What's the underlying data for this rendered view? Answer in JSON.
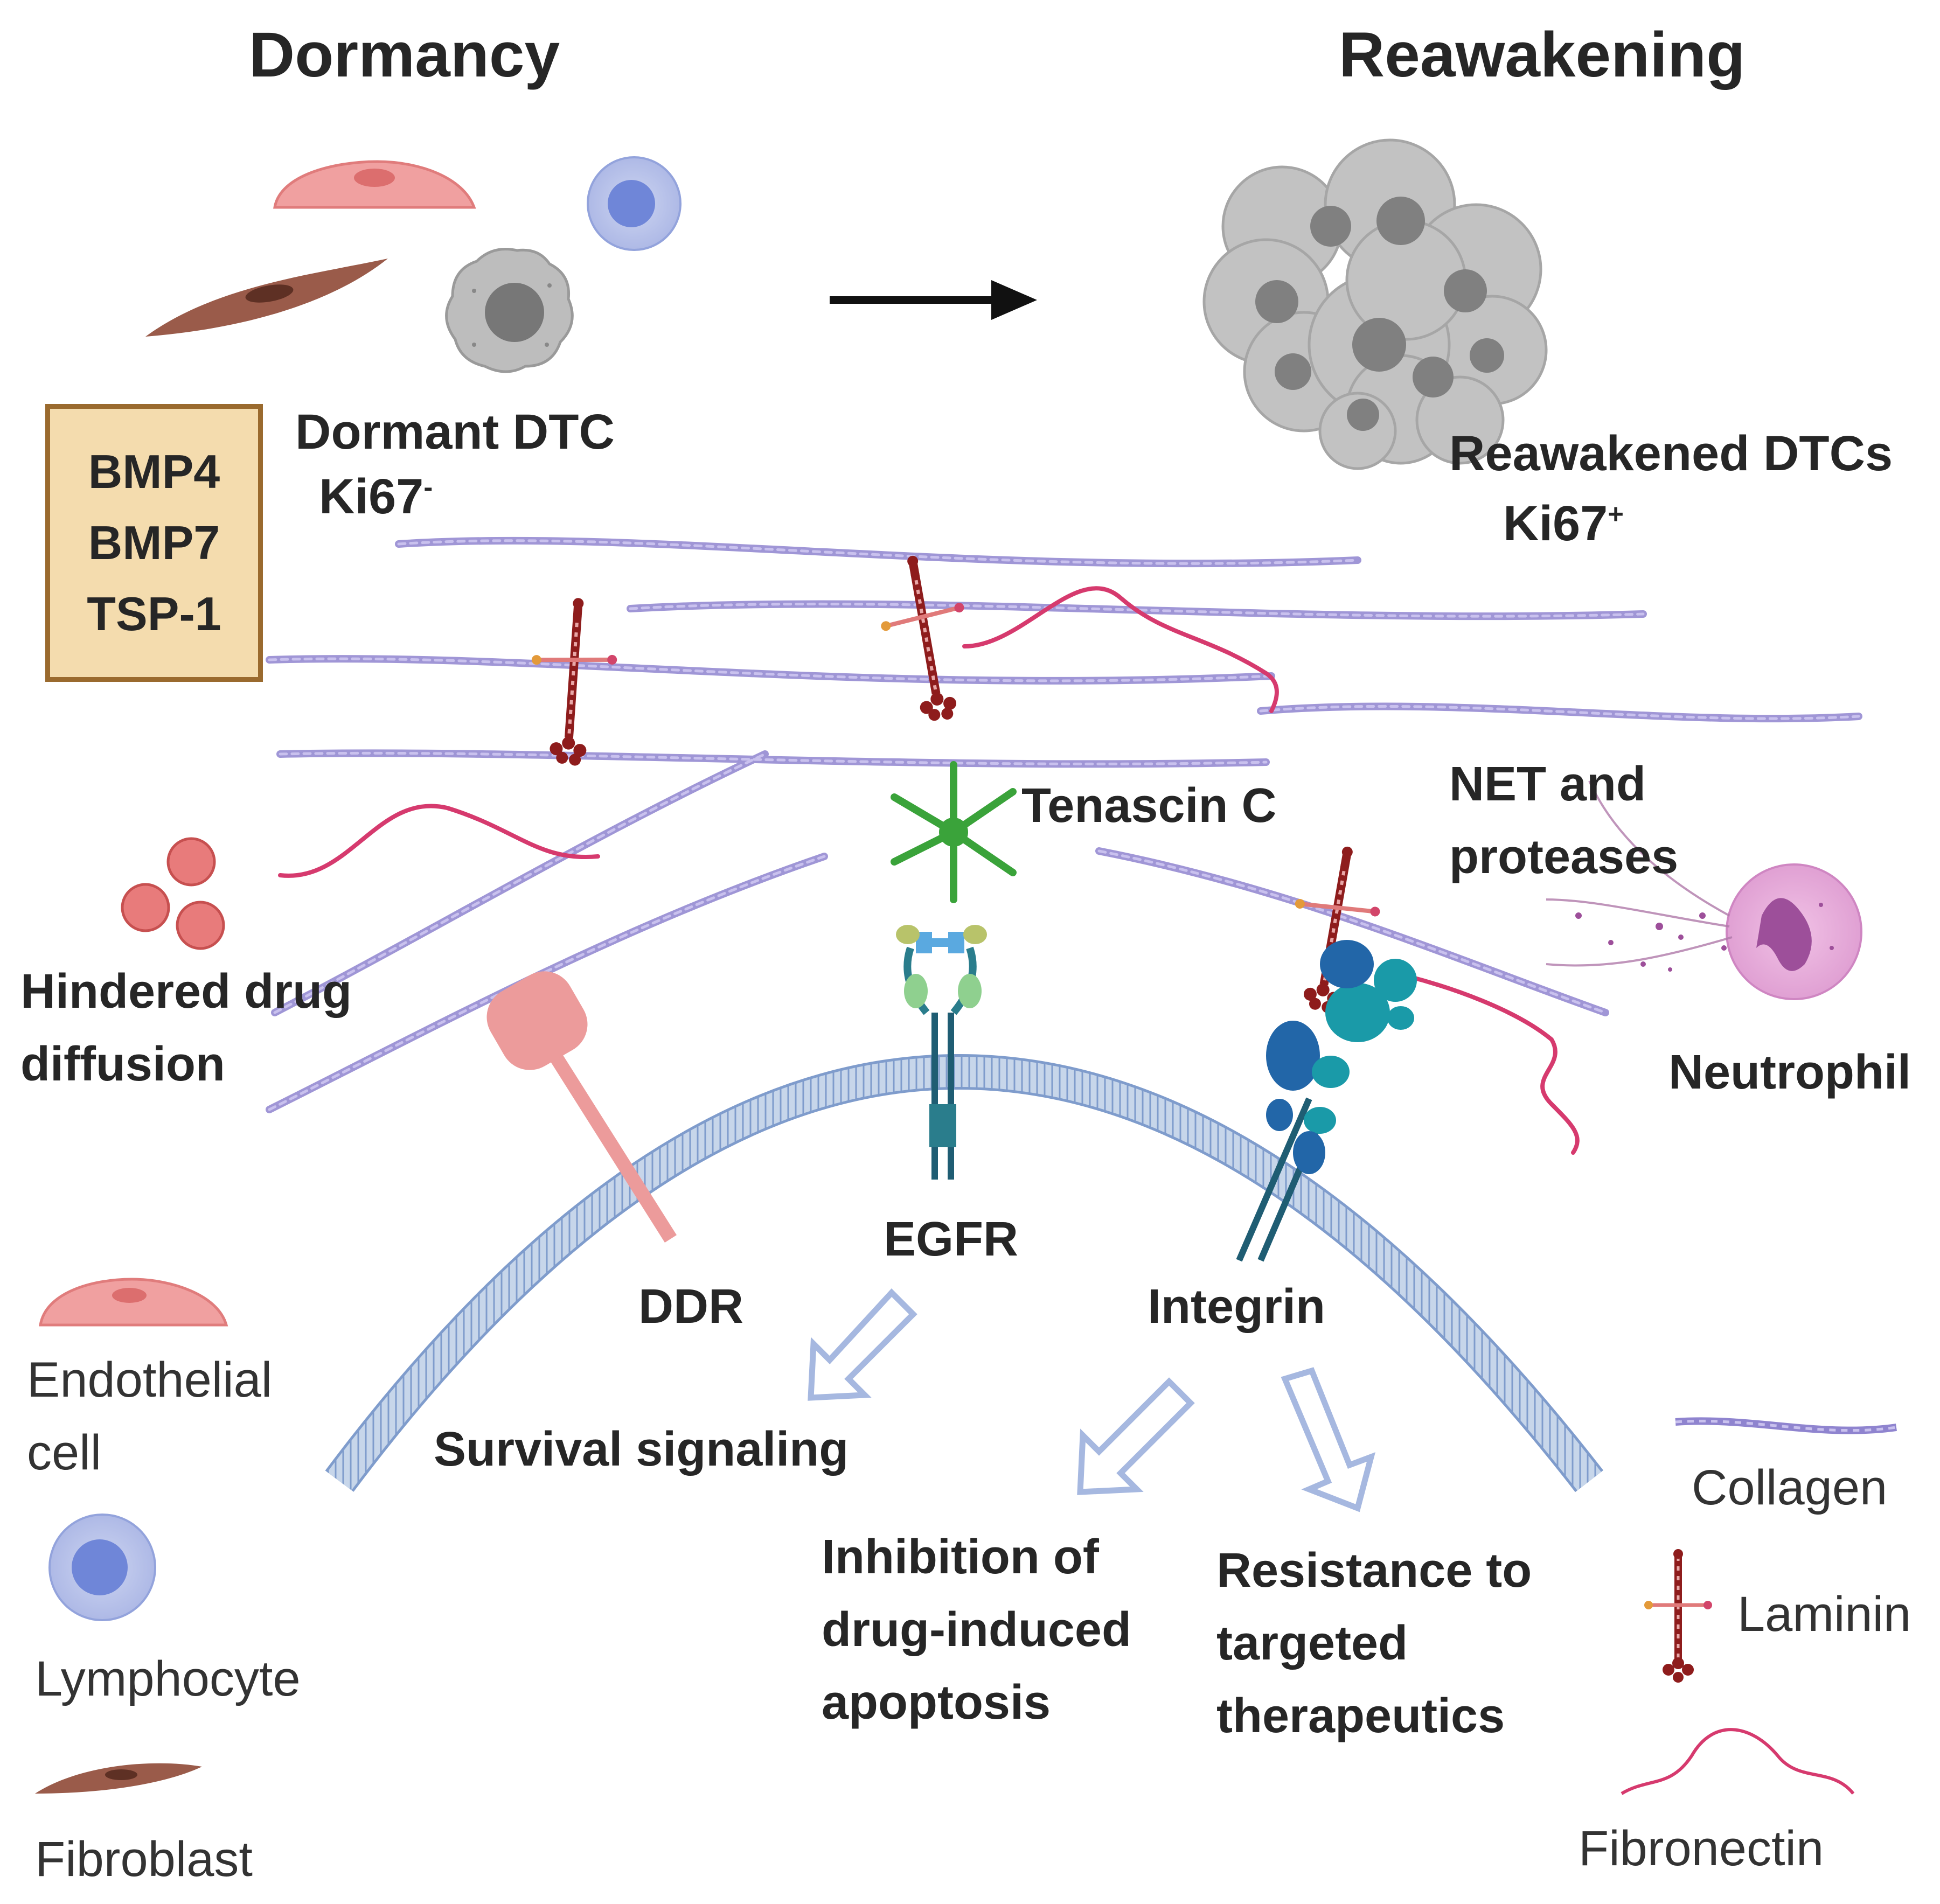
{
  "titles": {
    "left": "Dormancy",
    "right": "Reawakening"
  },
  "factor_box": [
    "BMP4",
    "BMP7",
    "TSP-1"
  ],
  "cells": {
    "dormant_line1": "Dormant DTC",
    "dormant_ki": "Ki67",
    "dormant_sup": "-",
    "reawakened_line1": "Reawakened DTCs",
    "reawakened_ki": "Ki67",
    "reawakened_sup": "+"
  },
  "labels": {
    "tenascin": "Tenascin C",
    "net_line1": "NET and",
    "net_line2": "proteases",
    "neutrophil": "Neutrophil",
    "hindered_line1": "Hindered drug",
    "hindered_line2": "diffusion",
    "ddr": "DDR",
    "egfr": "EGFR",
    "integrin": "Integrin",
    "survival": "Survival signaling",
    "inhibition_line1": "Inhibition of",
    "inhibition_line2": "drug-induced",
    "inhibition_line3": "apoptosis",
    "resistance_line1": "Resistance to",
    "resistance_line2": "targeted",
    "resistance_line3": "therapeutics"
  },
  "legend": {
    "endothelial_line1": "Endothelial",
    "endothelial_line2": "cell",
    "lymphocyte": "Lymphocyte",
    "fibroblast": "Fibroblast",
    "collagen": "Collagen",
    "laminin": "Laminin",
    "fibronectin": "Fibronectin"
  },
  "colors": {
    "collagen": "#8c7fd0",
    "laminin": "#8e1c1c",
    "fibronectin": "#d63a6e",
    "tenascin": "#3aa33a",
    "membrane": "#8faed4",
    "ddr": "#ec9b9b",
    "endothelial": "#ef9b9b",
    "lymphocyte": "#6f86d8",
    "fibroblast": "#9a5b4a",
    "neutrophil": "#dc96cc",
    "box_fill": "#f4dcae",
    "box_border": "#9a6a2e",
    "arrow": "#a6b8e0"
  }
}
